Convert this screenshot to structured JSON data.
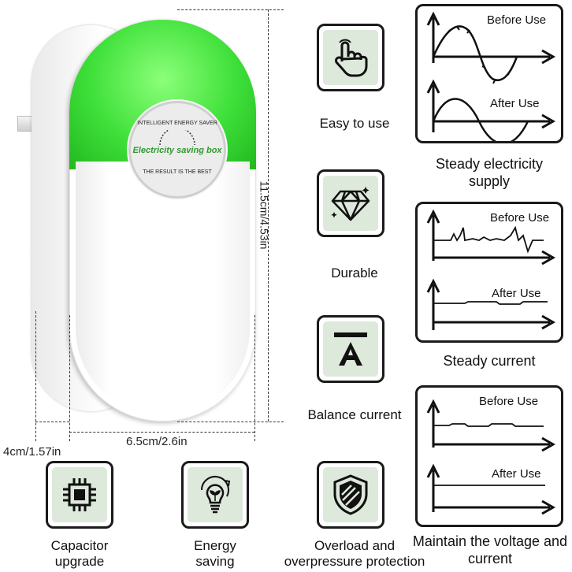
{
  "product": {
    "label_top": "INTELLIGENT ENERGY SAVER",
    "label_main": "Electricity saving box",
    "label_bottom": "THE RESULT IS THE BEST"
  },
  "dimensions": {
    "height": "11.5cm/4.53in",
    "width": "6.5cm/2.6in",
    "depth": "4cm/1.57in"
  },
  "features": [
    {
      "label": "Easy to use",
      "icon": "pointing-hand-icon"
    },
    {
      "label": "Durable",
      "icon": "diamond-icon"
    },
    {
      "label": "Balance current",
      "icon": "balance-a-icon"
    },
    {
      "label": "Overload and overpressure protection",
      "icon": "shield-icon"
    },
    {
      "label": "Capacitor upgrade",
      "icon": "chip-icon"
    },
    {
      "label": "Energy saving",
      "icon": "bulb-leaf-icon"
    }
  ],
  "graphs": [
    {
      "caption": "Steady electricity supply",
      "before": "Before Use",
      "after": "After Use"
    },
    {
      "caption": "Steady current",
      "before": "Before Use",
      "after": "After Use"
    },
    {
      "caption": "Maintain the voltage and current",
      "before": "Before Use",
      "after": "After Use"
    }
  ],
  "colors": {
    "accent_green": "#3fe03a",
    "icon_bg": "#dde9db",
    "outline": "#1a1a1a"
  }
}
